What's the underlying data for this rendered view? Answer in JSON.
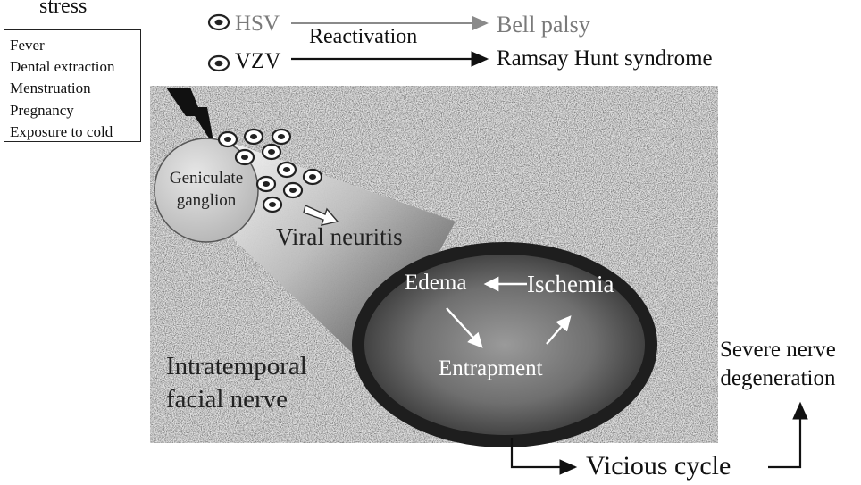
{
  "header": {
    "stress_title": "stress"
  },
  "stress_factors": [
    "Fever",
    "Dental extraction",
    "Menstruation",
    "Pregnancy",
    "Exposure to cold"
  ],
  "viruses": {
    "hsv": "HSV",
    "vzv": "VZV",
    "reactivation": "Reactivation",
    "bell": "Bell palsy",
    "ramsay": "Ramsay Hunt syndrome"
  },
  "diagram": {
    "ganglion_line1": "Geniculate",
    "ganglion_line2": "ganglion",
    "viral_neuritis": "Viral neuritis",
    "edema": "Edema",
    "ischemia": "Ischemia",
    "entrapment": "Entrapment",
    "nerve_line1": "Intratemporal",
    "nerve_line2": "facial nerve"
  },
  "outcome": {
    "severe_line1": "Severe nerve",
    "severe_line2": "degeneration",
    "vicious": "Vicious cycle"
  },
  "colors": {
    "hsv_text": "#7a7a7a",
    "background_panel": "#e2e2e2",
    "ellipse_center": "#8c8c8c",
    "ellipse_edge": "#2e2e2e"
  }
}
